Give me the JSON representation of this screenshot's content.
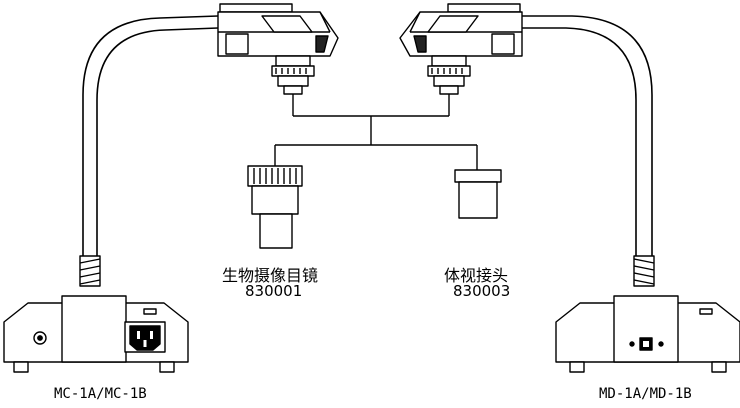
{
  "labels": {
    "eyepiece_name": "生物摄像目镜",
    "eyepiece_code": "830001",
    "adapter_name": "体视接头",
    "adapter_code": "830003",
    "left_model": "MC-1A/MC-1B",
    "right_model": "MD-1A/MD-1B"
  },
  "colors": {
    "stroke": "#000000",
    "fill": "#ffffff"
  }
}
